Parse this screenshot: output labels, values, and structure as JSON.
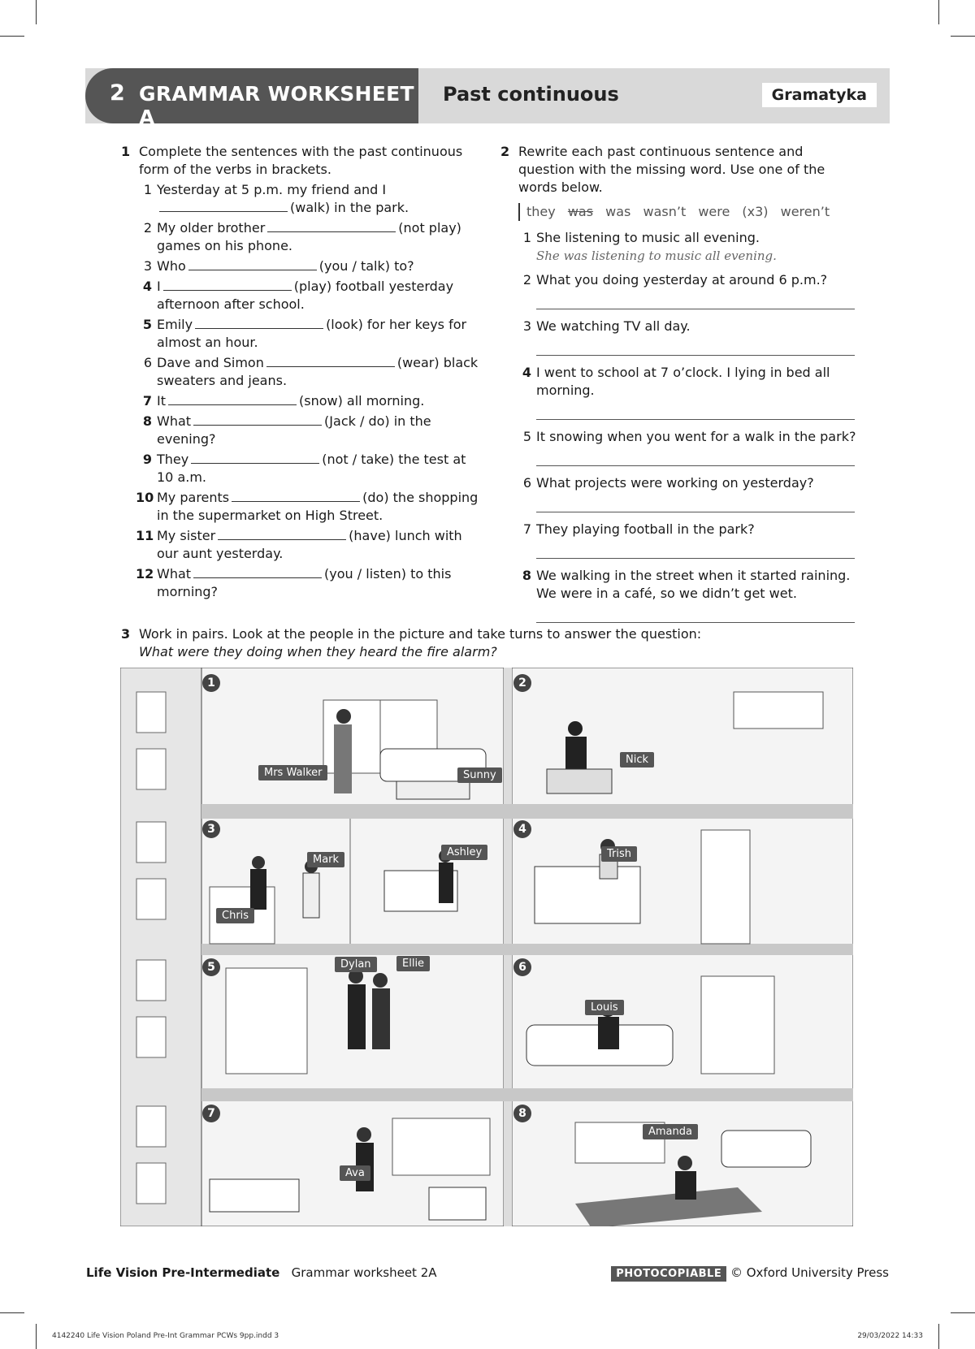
{
  "header": {
    "unit_number": "2",
    "title": "GRAMMAR WORKSHEET A",
    "topic": "Past continuous",
    "tag": "Gramatyka"
  },
  "ex1": {
    "number": "1",
    "instruction": "Complete the sentences with the past continuous form of the verbs in brackets.",
    "items": [
      {
        "n": "1",
        "pre": "Yesterday at 5 p.m. my friend and I",
        "post": "(walk) in the park.",
        "break": true
      },
      {
        "n": "2",
        "pre": "My older brother",
        "post": "(not play) games on his phone."
      },
      {
        "n": "3",
        "pre": "Who",
        "post": "(you / talk) to?"
      },
      {
        "n": "4",
        "pre": "I",
        "post": "(play) football yesterday afternoon after school."
      },
      {
        "n": "5",
        "pre": "Emily",
        "post": "(look) for her keys for almost an hour."
      },
      {
        "n": "6",
        "pre": "Dave and Simon",
        "post": "(wear) black sweaters and jeans."
      },
      {
        "n": "7",
        "pre": "It",
        "post": "(snow) all morning."
      },
      {
        "n": "8",
        "pre": "What",
        "post": "(Jack / do) in the evening?"
      },
      {
        "n": "9",
        "pre": "They",
        "post": "(not / take) the test at 10 a.m."
      },
      {
        "n": "10",
        "pre": "My parents",
        "post": "(do) the shopping in the supermarket on High Street."
      },
      {
        "n": "11",
        "pre": "My sister",
        "post": "(have) lunch with our aunt yesterday."
      },
      {
        "n": "12",
        "pre": "What",
        "post": "(you / listen) to this morning?"
      }
    ]
  },
  "ex2": {
    "number": "2",
    "instruction": "Rewrite each past continuous sentence and question with the missing word. Use one of the words below.",
    "words": [
      "they",
      "was",
      "was",
      "wasn’t",
      "were (x3)",
      "weren’t"
    ],
    "items": [
      {
        "n": "1",
        "text": "She listening to music all evening.",
        "example": "She was listening to music all evening."
      },
      {
        "n": "2",
        "text": "What you doing yesterday at around 6 p.m.?"
      },
      {
        "n": "3",
        "text": "We watching TV all day."
      },
      {
        "n": "4",
        "text": "I went to school at 7 o’clock. I lying in bed all morning."
      },
      {
        "n": "5",
        "text": "It snowing when you went for a walk in the park?"
      },
      {
        "n": "6",
        "text": "What projects were working on yesterday?"
      },
      {
        "n": "7",
        "text": "They playing football in the park?"
      },
      {
        "n": "8",
        "text": "We walking in the street when it started raining. We were in a café, so we didn’t get wet."
      }
    ]
  },
  "ex3": {
    "number": "3",
    "instruction": "Work in pairs. Look at the people in the picture and take turns to answer the question:",
    "question": "What were they doing when they heard the fire alarm?",
    "rooms": [
      "1",
      "2",
      "3",
      "4",
      "5",
      "6",
      "7",
      "8"
    ],
    "people": [
      "Mrs Walker",
      "Sunny",
      "Nick",
      "Mark",
      "Ashley",
      "Chris",
      "Trish",
      "Dylan",
      "Ellie",
      "Louis",
      "Ava",
      "Amanda"
    ]
  },
  "footer": {
    "book": "Life Vision Pre-Intermediate",
    "worksheet": "Grammar worksheet 2A",
    "badge": "PHOTOCOPIABLE",
    "copyright": "© Oxford University Press"
  },
  "printline": {
    "left": "4142240 Life Vision Poland Pre-Int Grammar PCWs 9pp.indd 3",
    "right": "29/03/2022 14:33"
  }
}
